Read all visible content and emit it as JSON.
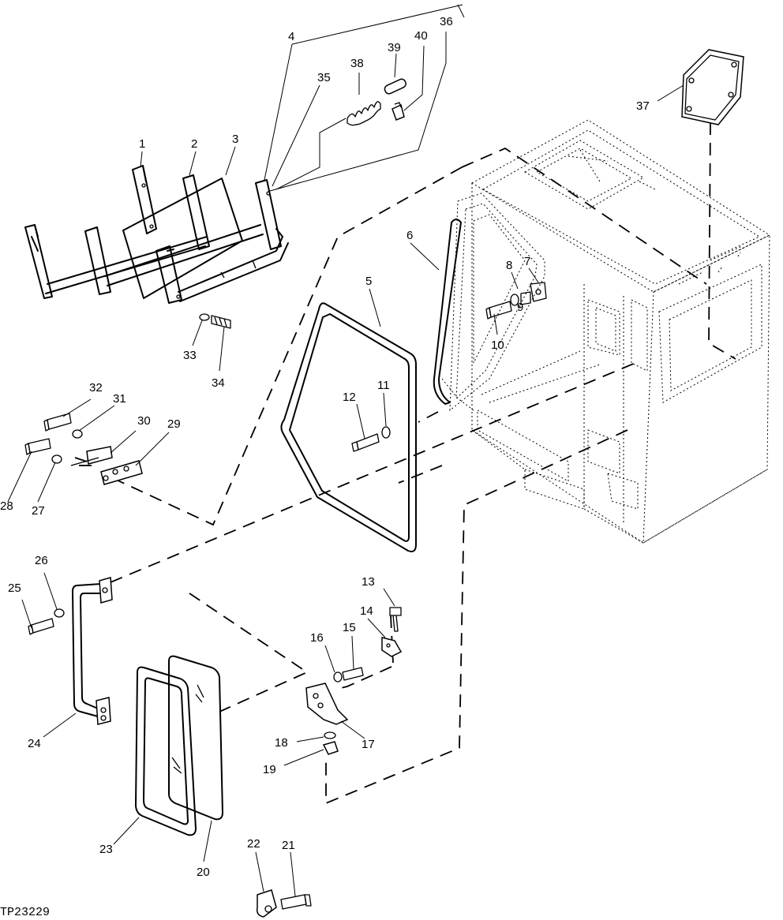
{
  "figure_id": "TP23229",
  "labels": {
    "l1": "1",
    "l2": "2",
    "l3": "3",
    "l4": "4",
    "l5": "5",
    "l6": "6",
    "l7": "7",
    "l8": "8",
    "l9": "9",
    "l10": "10",
    "l11": "11",
    "l12": "12",
    "l13": "13",
    "l14": "14",
    "l15": "15",
    "l16": "16",
    "l17": "17",
    "l18": "18",
    "l19": "19",
    "l20": "20",
    "l21": "21",
    "l22": "22",
    "l23": "23",
    "l24": "24",
    "l25": "25",
    "l26": "26",
    "l27": "27",
    "l28": "28",
    "l29": "29",
    "l30": "30",
    "l31": "31",
    "l32": "32",
    "l33": "33",
    "l34": "34",
    "l35": "35",
    "l36": "36",
    "l37": "37",
    "l38": "38",
    "l39": "39",
    "l40": "40"
  }
}
